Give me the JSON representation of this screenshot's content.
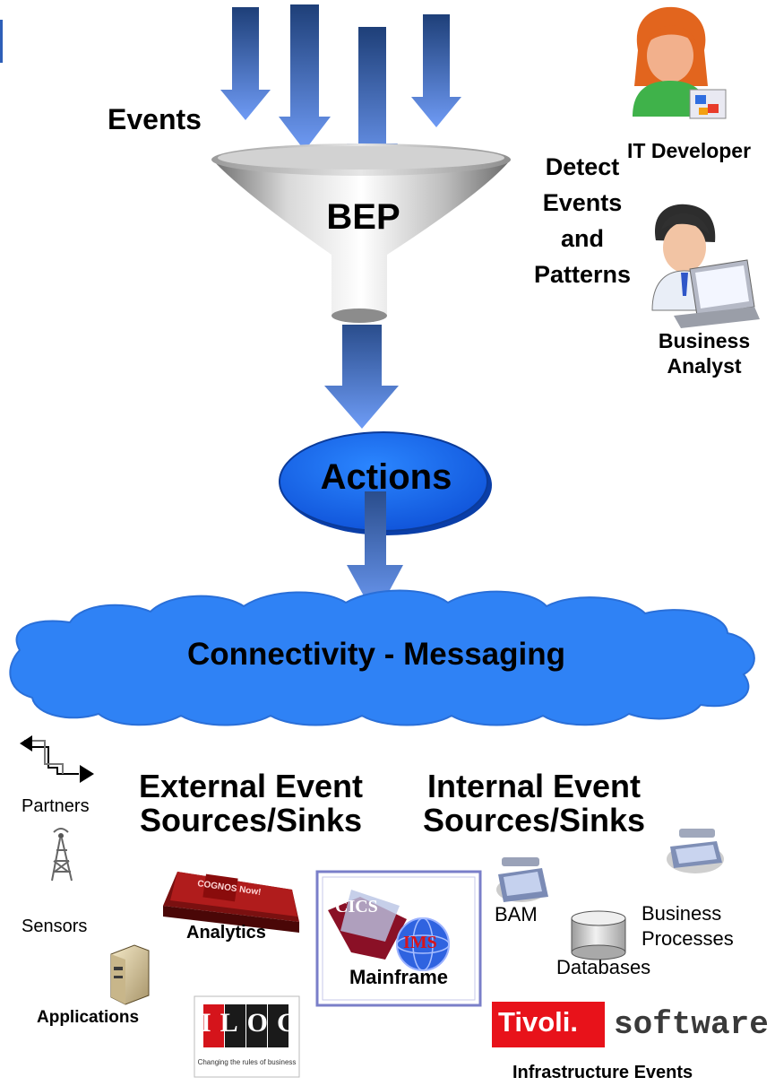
{
  "labels": {
    "events": "Events",
    "bep": "BEP",
    "detect": "Detect\nEvents\nand\nPatterns",
    "it_developer": "IT Developer",
    "business_analyst": "Business\nAnalyst",
    "actions": "Actions",
    "connectivity": "Connectivity - Messaging",
    "partners": "Partners",
    "external": "External Event\nSources/Sinks",
    "internal": "Internal Event\nSources/Sinks",
    "sensors": "Sensors",
    "analytics": "Analytics",
    "applications": "Applications",
    "mainframe": "Mainframe",
    "bam": "BAM",
    "business_processes": "Business\nProcesses",
    "databases": "Databases",
    "infrastructure_events": "Infrastructure Events"
  },
  "logos": {
    "cics": "CICS",
    "ims": "IMS",
    "cognos": "COGNOS Now!",
    "ilog": "ILOG",
    "ilog_tagline": "Changing the rules of business",
    "tivoli": "Tivoli.",
    "software": "software"
  },
  "colors": {
    "arrow_top": "#1e3f78",
    "arrow_bottom": "#6f9bf5",
    "actions_fill": "#1e6ef0",
    "cloud_fill": "#2f82f5",
    "tivoli_red": "#e8121a",
    "mainframe_border": "#7a7fc9"
  }
}
